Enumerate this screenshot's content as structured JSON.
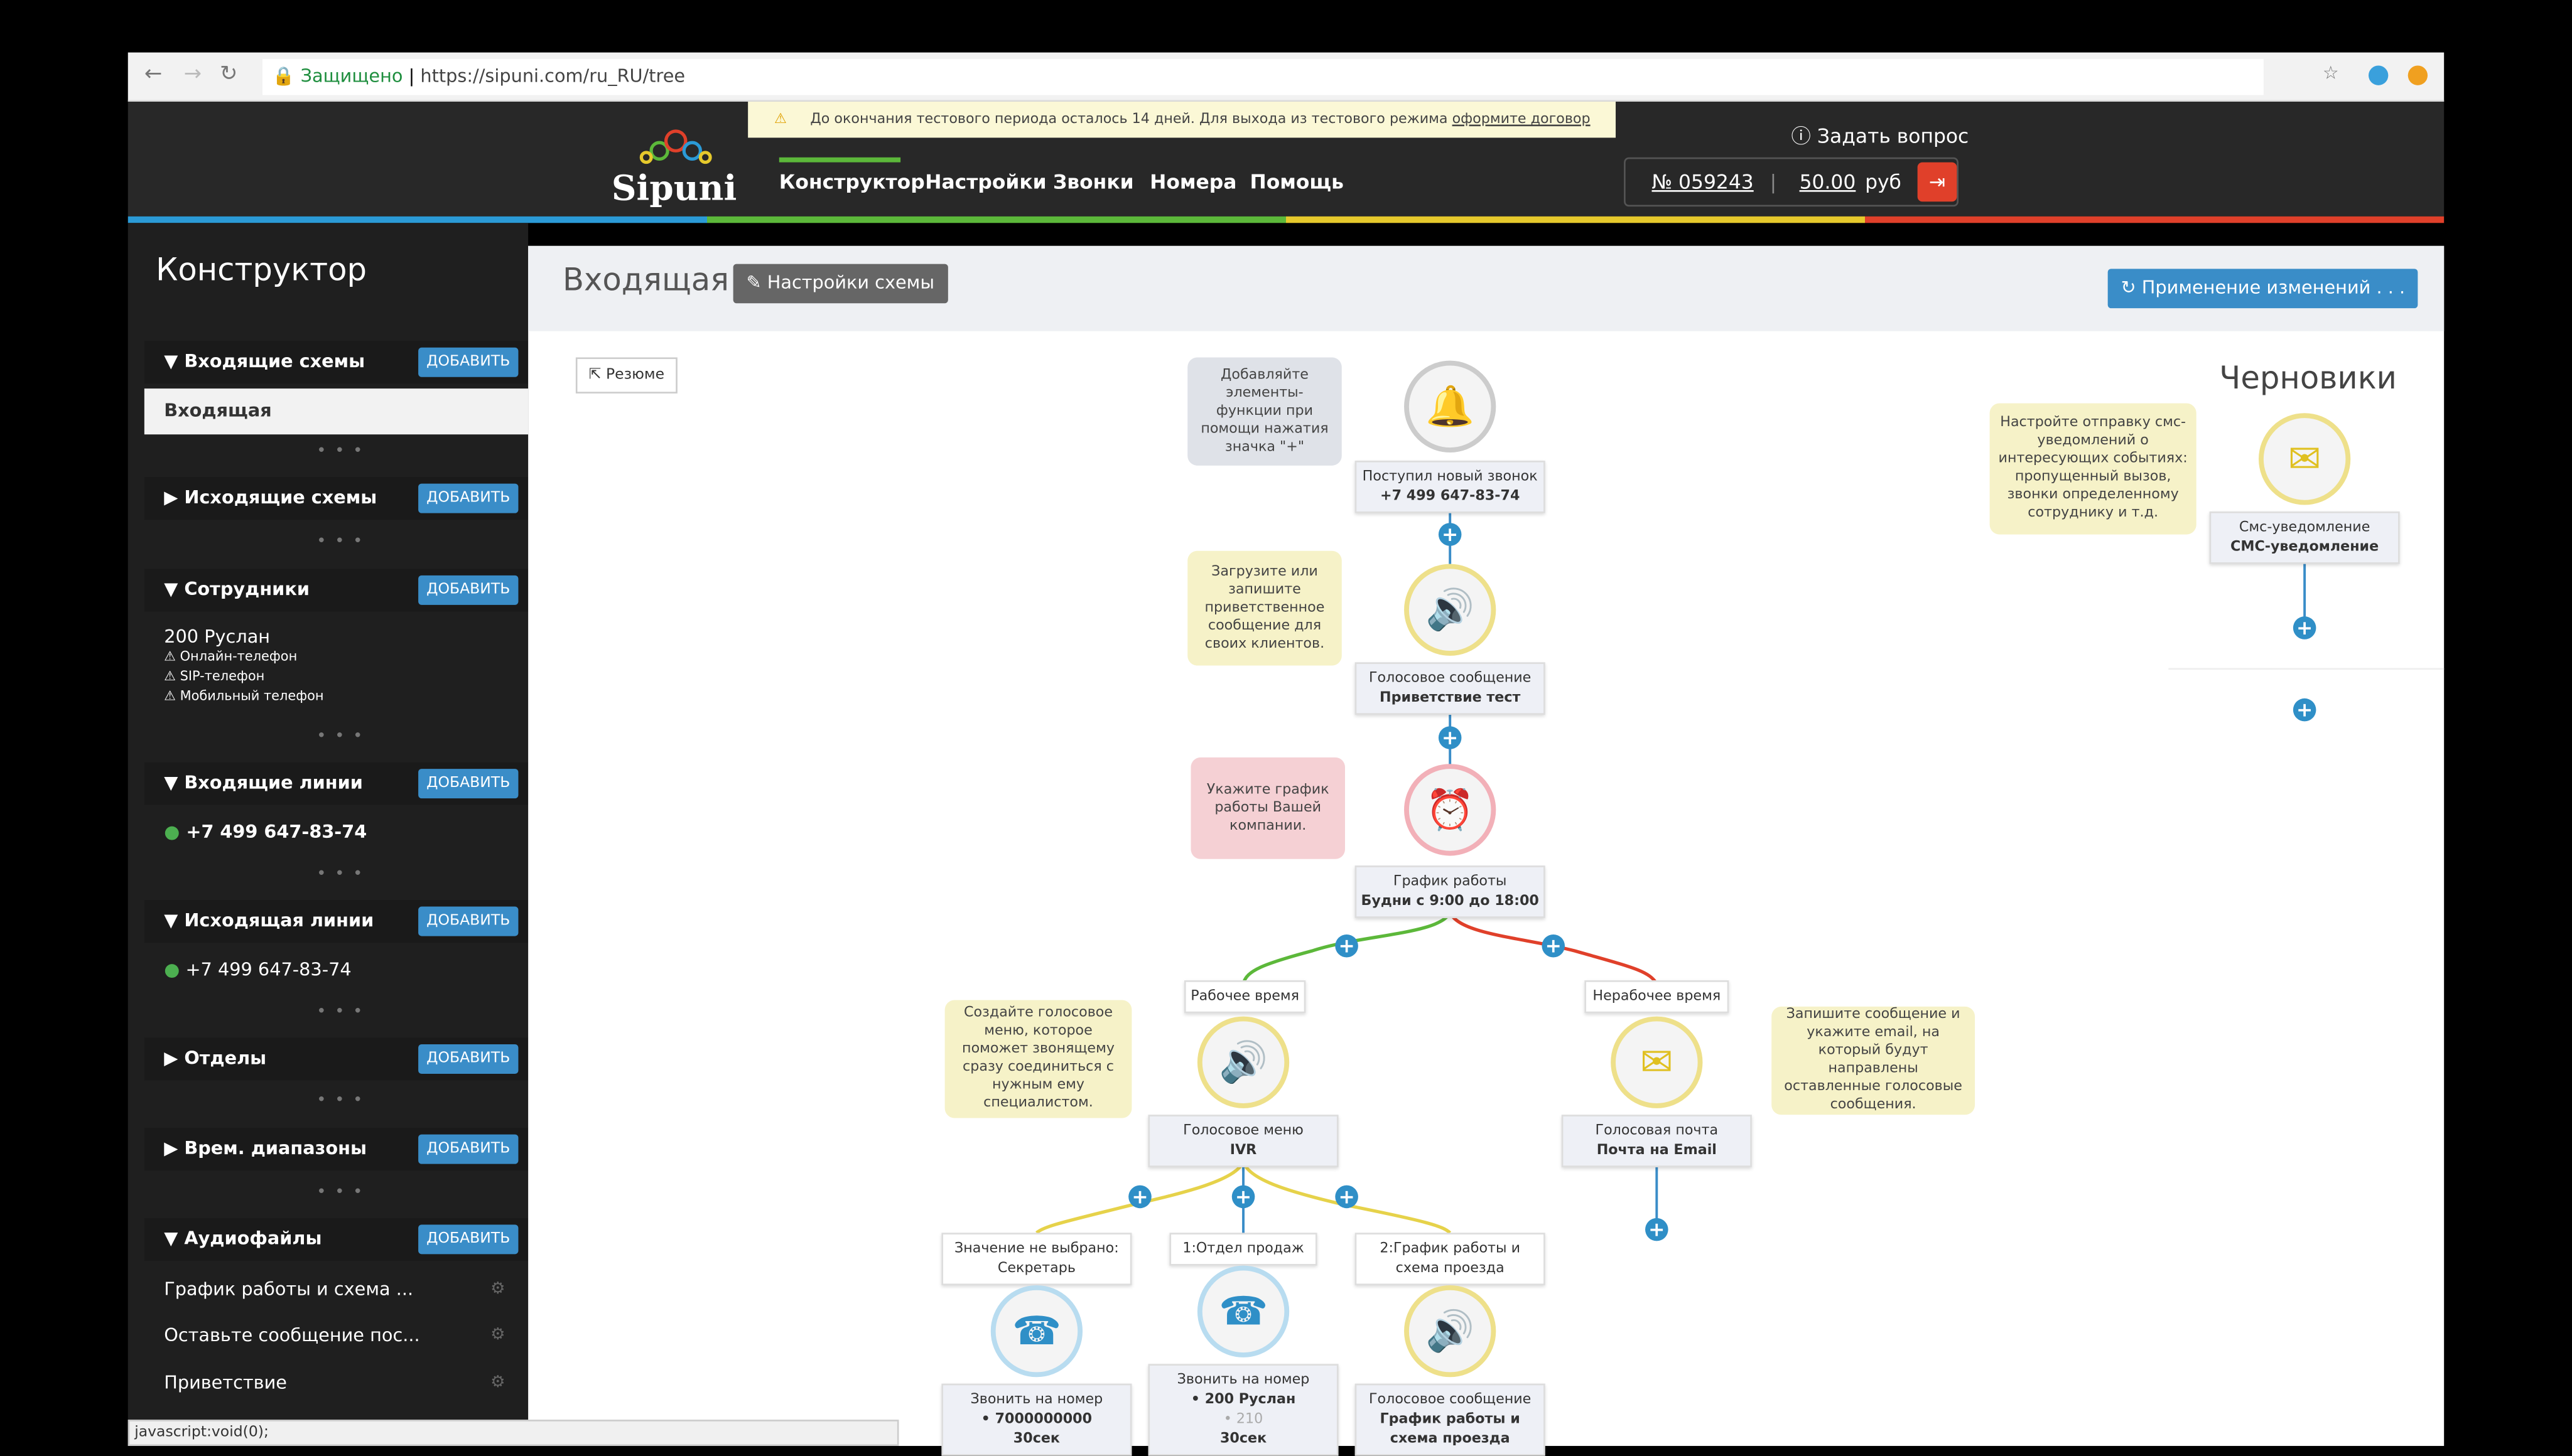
{
  "browser": {
    "secure_label": "Защищено",
    "url": "https://sipuni.com/ru_RU/tree"
  },
  "notice": {
    "text": "До окончания тестового периода осталось 14 дней. Для выхода из тестового режима ",
    "link": "оформите договор"
  },
  "logo": "Sipuni",
  "nav": [
    "Конструктор",
    "Настройки",
    "Звонки",
    "Номера",
    "Помощь"
  ],
  "ask": "Задать вопрос",
  "account": {
    "number": "№ 059243",
    "balance": "50.00",
    "currency": "руб"
  },
  "sidebar": {
    "title": "Конструктор",
    "add": "ДОБАВИТЬ",
    "dots": "• • •",
    "incoming_schemes": {
      "title": "Входящие схемы",
      "items": [
        "Входящая"
      ]
    },
    "outgoing_schemes": {
      "title": "Исходящие схемы"
    },
    "employees": {
      "title": "Сотрудники",
      "name": "200 Руслан",
      "devices": [
        "Онлайн-телефон",
        "SIP-телефон",
        "Мобильный телефон"
      ]
    },
    "incoming_lines": {
      "title": "Входящие линии",
      "items": [
        "+7 499 647-83-74"
      ]
    },
    "outgoing_lines": {
      "title": "Исходящая линии",
      "items": [
        "+7 499 647-83-74"
      ]
    },
    "departments": {
      "title": "Отделы"
    },
    "time_ranges": {
      "title": "Врем. диапазоны"
    },
    "audio": {
      "title": "Аудиофайлы",
      "items": [
        "График работы и схема ...",
        "Оставьте сообщение пос...",
        "Приветствие"
      ]
    }
  },
  "main": {
    "title": "Входящая",
    "settings_btn": "Настройки схемы",
    "apply_btn": "Применение изменений . . .",
    "resume_btn": "Резюме",
    "drafts_title": "Черновики"
  },
  "tips": {
    "add": "Добавляйте элементы-функции при помощи нажатия значка \"+\"",
    "greet": "Загрузите или запишите приветственное сообщение для своих клиентов.",
    "schedule": "Укажите график работы Вашей компании.",
    "ivr": "Создайте голосовое меню, которое поможет звонящему сразу соединиться с нужным ему специалистом.",
    "voicemail": "Запишите сообщение и укажите email, на который будут направлены оставленные голосовые сообщения.",
    "sms": "Настройте отправку смс-уведомлений о интересующих событиях: пропущенный вызов, звонки определенному сотруднику и т.д."
  },
  "nodes": {
    "call": {
      "type": "Поступил новый звонок",
      "value": "+7 499 647-83-74"
    },
    "greeting": {
      "type": "Голосовое сообщение",
      "value": "Приветствие тест"
    },
    "schedule": {
      "type": "График работы",
      "value": "Будни с 9:00 до 18:00"
    },
    "work": "Рабочее время",
    "nonwork": "Нерабочее время",
    "ivr": {
      "type": "Голосовое меню",
      "value": "IVR"
    },
    "voicemail": {
      "type": "Голосовая почта",
      "value": "Почта на Email"
    },
    "opt0": "Значение не выбрано: Секретарь",
    "opt1": "1:Отдел продаж",
    "opt2": "2:График работы и схема проезда",
    "call1": {
      "type": "Звонить на номер",
      "num": "• 7000000000",
      "time": "30сек"
    },
    "call2": {
      "type": "Звонить на номер",
      "num": "• 200 Руслан",
      "num2": "• 210",
      "time": "30сек"
    },
    "msg2": {
      "type": "Голосовое сообщение",
      "value": "График работы и схема проезда"
    },
    "sms": {
      "type": "Смс-уведомление",
      "value": "СМС-уведомление"
    }
  },
  "status_bar": "javascript:void(0);",
  "colors": {
    "accent": "#3a8dc8",
    "header": "#282828",
    "sidebar": "#1f1f1f"
  }
}
